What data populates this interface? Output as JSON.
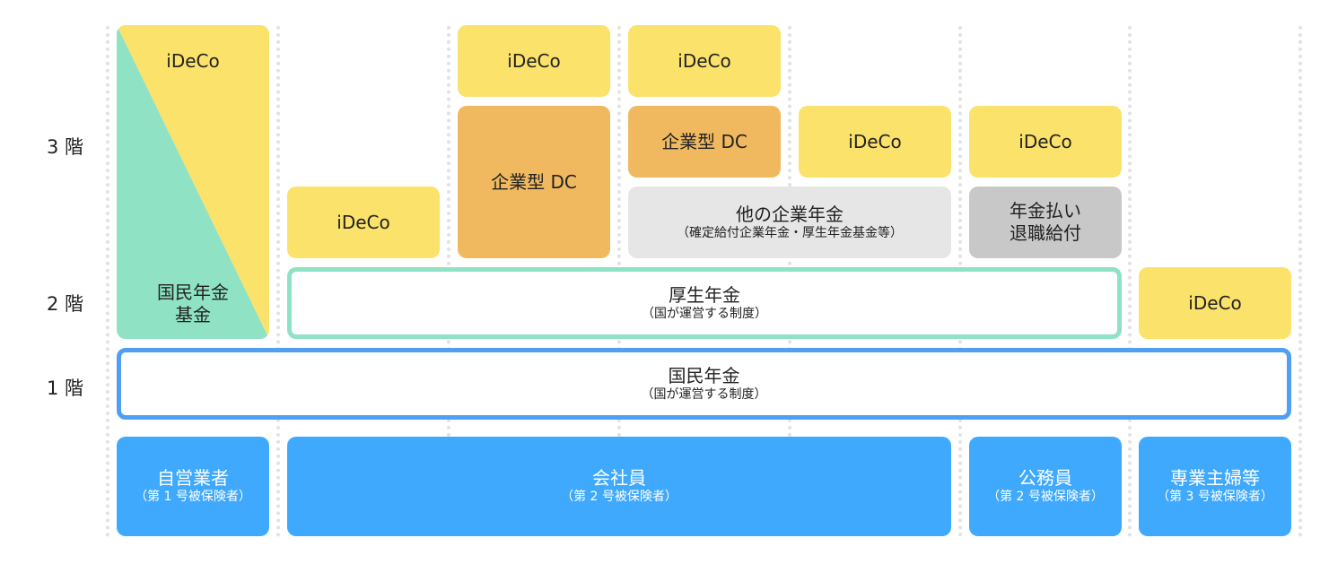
{
  "floors": [
    {
      "label": "3 階"
    },
    {
      "label": "2 階"
    },
    {
      "label": "1 階"
    }
  ],
  "colors": {
    "ideco": "#fae26b",
    "corporate_dc": "#f1b95f",
    "other_pension": "#e6e6e6",
    "retirement": "#c8c8c8",
    "national_pension_fund": "#8fe2c4",
    "employee_pension_border": "#8fe2c4",
    "national_pension_border": "#509ff5",
    "insured_type": "#3fa9fd"
  },
  "self_employed": {
    "ideco": "iDeCo",
    "fund_line1": "国民年金",
    "fund_line2": "基金"
  },
  "third_floor": {
    "ideco_label": "iDeCo",
    "corporate_dc": "企業型 DC",
    "other_pension_title": "他の企業年金",
    "other_pension_sub": "（確定給付企業年金・厚生年金基金等）",
    "retirement_line1": "年金払い",
    "retirement_line2": "退職給付"
  },
  "second_floor": {
    "employee_pension_title": "厚生年金",
    "employee_pension_sub": "（国が運営する制度）",
    "housewife_ideco": "iDeCo"
  },
  "first_floor": {
    "national_pension_title": "国民年金",
    "national_pension_sub": "（国が運営する制度）"
  },
  "insured_types": [
    {
      "title": "自営業者",
      "sub": "（第 1 号被保険者）"
    },
    {
      "title": "会社員",
      "sub": "（第 2 号被保険者）"
    },
    {
      "title": "公務員",
      "sub": "（第 2 号被保険者）"
    },
    {
      "title": "専業主婦等",
      "sub": "（第 3 号被保険者）"
    }
  ]
}
